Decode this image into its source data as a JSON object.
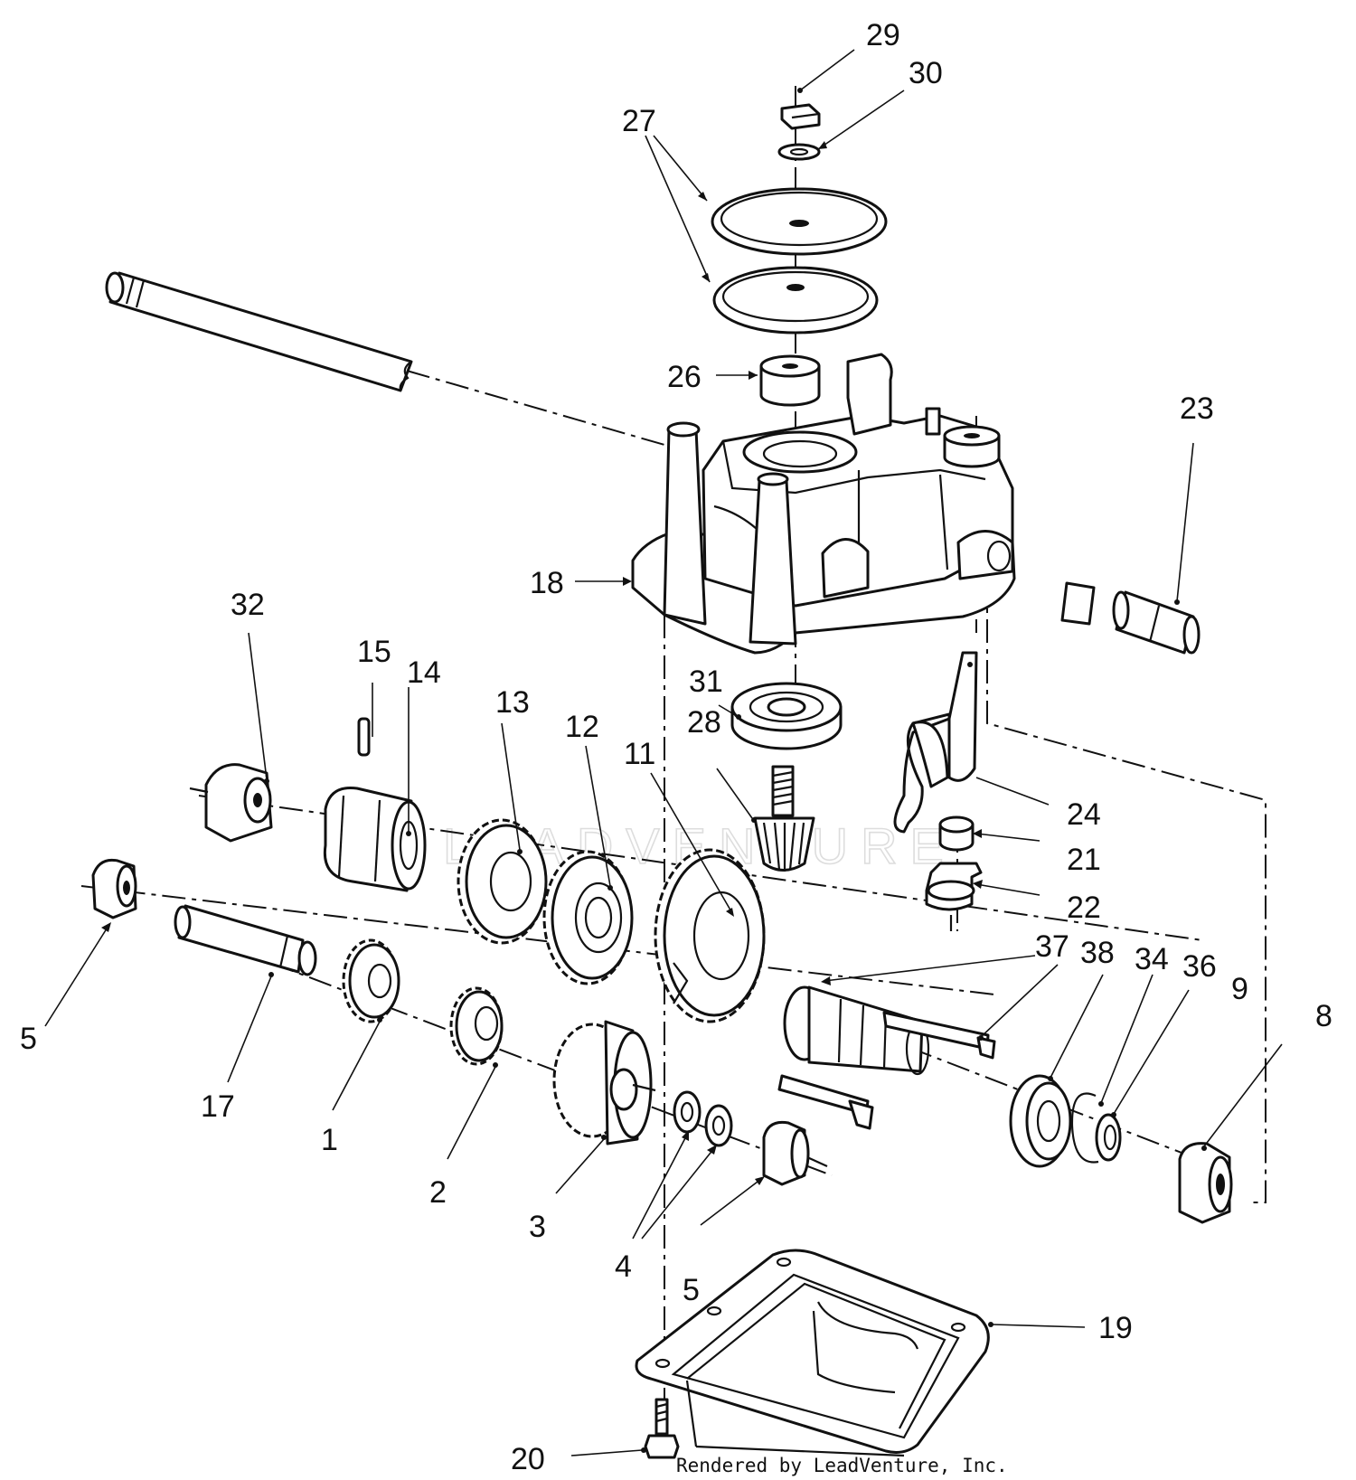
{
  "colors": {
    "ink": "#111111",
    "paper": "#ffffff",
    "watermark": "#dddddd"
  },
  "watermark": {
    "text": "LEADVENTURE"
  },
  "credit": {
    "text": "Rendered by LeadVenture, Inc."
  },
  "callouts": [
    {
      "id": "c29",
      "label": "29"
    },
    {
      "id": "c30",
      "label": "30"
    },
    {
      "id": "c27",
      "label": "27"
    },
    {
      "id": "c26",
      "label": "26"
    },
    {
      "id": "c23",
      "label": "23"
    },
    {
      "id": "c18",
      "label": "18"
    },
    {
      "id": "c32",
      "label": "32"
    },
    {
      "id": "c15",
      "label": "15"
    },
    {
      "id": "c14",
      "label": "14"
    },
    {
      "id": "c13",
      "label": "13"
    },
    {
      "id": "c12",
      "label": "12"
    },
    {
      "id": "c11",
      "label": "11"
    },
    {
      "id": "c31",
      "label": "31"
    },
    {
      "id": "c28",
      "label": "28"
    },
    {
      "id": "c24",
      "label": "24"
    },
    {
      "id": "c21",
      "label": "21"
    },
    {
      "id": "c22",
      "label": "22"
    },
    {
      "id": "c37",
      "label": "37"
    },
    {
      "id": "c38",
      "label": "38"
    },
    {
      "id": "c34",
      "label": "34"
    },
    {
      "id": "c36",
      "label": "36"
    },
    {
      "id": "c9",
      "label": "9"
    },
    {
      "id": "c8",
      "label": "8"
    },
    {
      "id": "c5a",
      "label": "5"
    },
    {
      "id": "c17",
      "label": "17"
    },
    {
      "id": "c1",
      "label": "1"
    },
    {
      "id": "c2",
      "label": "2"
    },
    {
      "id": "c3",
      "label": "3"
    },
    {
      "id": "c4",
      "label": "4"
    },
    {
      "id": "c5b",
      "label": "5"
    },
    {
      "id": "c19",
      "label": "19"
    },
    {
      "id": "c20",
      "label": "20"
    }
  ]
}
